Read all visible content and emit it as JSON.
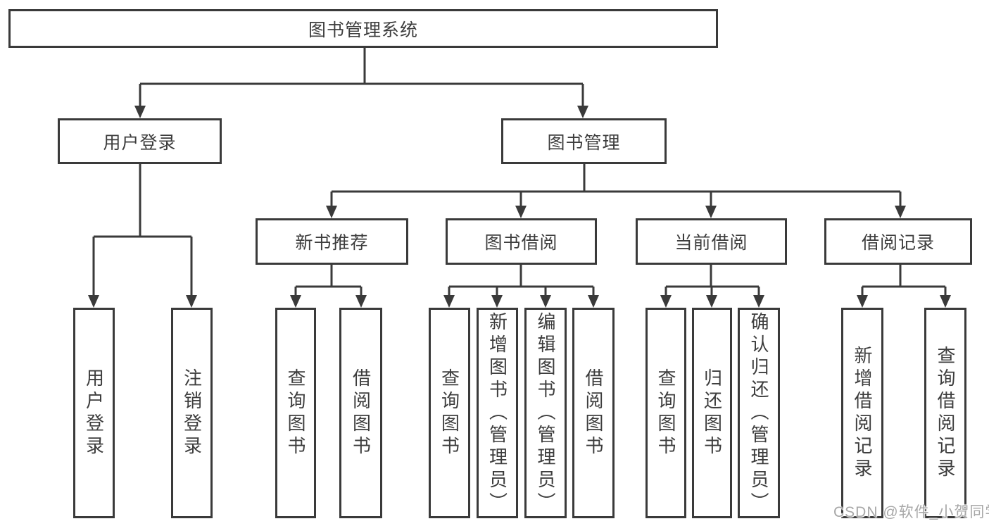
{
  "colors": {
    "line": "#3a3a3a",
    "text": "#3d3d3d",
    "background": "#ffffff",
    "watermark": "#a8a8a8"
  },
  "tree": {
    "root": {
      "label": "图书管理系统"
    },
    "children": [
      {
        "label": "用户登录",
        "children": [
          {
            "label": "用户登录"
          },
          {
            "label": "注销登录"
          }
        ]
      },
      {
        "label": "图书管理",
        "children": [
          {
            "label": "新书推荐",
            "children": [
              {
                "label": "查询图书"
              },
              {
                "label": "借阅图书"
              }
            ]
          },
          {
            "label": "图书借阅",
            "children": [
              {
                "label": "查询图书"
              },
              {
                "label": "新增图书（管理员）"
              },
              {
                "label": "编辑图书（管理员）"
              },
              {
                "label": "借阅图书"
              }
            ]
          },
          {
            "label": "当前借阅",
            "children": [
              {
                "label": "查询图书"
              },
              {
                "label": "归还图书"
              },
              {
                "label": "确认归还（管理员）"
              }
            ]
          },
          {
            "label": "借阅记录",
            "children": [
              {
                "label": "新增借阅记录"
              },
              {
                "label": "查询借阅记录"
              }
            ]
          }
        ]
      }
    ]
  },
  "watermark": {
    "text": "CSDN @软件_小贺同学"
  }
}
